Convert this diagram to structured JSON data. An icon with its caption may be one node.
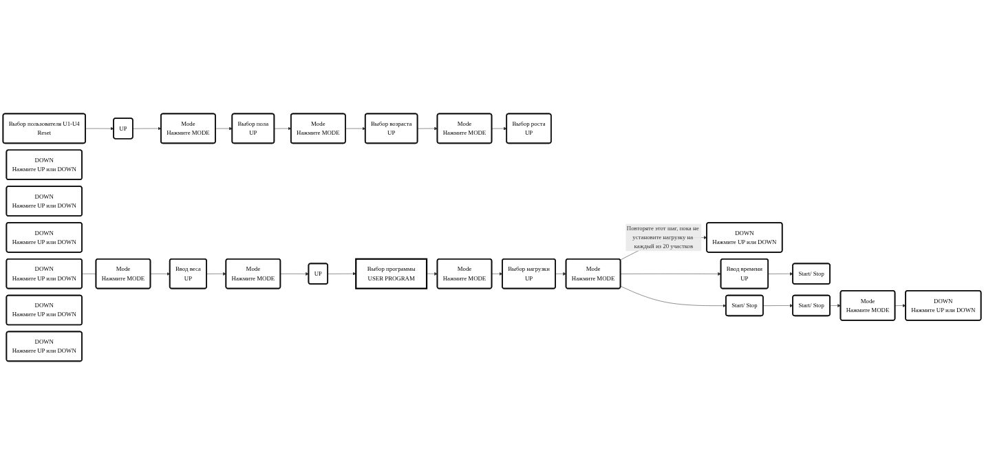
{
  "diagram": {
    "nodes": [
      {
        "text": [
          "Выбор пользователя U1-U4",
          "Reset"
        ]
      },
      {
        "text": [
          "UP"
        ]
      },
      {
        "text": [
          "DOWN",
          "Нажмите UP или DOWN"
        ]
      },
      {
        "text": [
          "Mode",
          "Нажмите MODE"
        ]
      },
      {
        "text": [
          "Выбор пола",
          "UP"
        ]
      },
      {
        "text": [
          "DOWN",
          "Нажмите UP или DOWN"
        ]
      },
      {
        "text": [
          "Mode",
          "Нажмите MODE"
        ]
      },
      {
        "text": [
          "Выбор возраста",
          "UP"
        ]
      },
      {
        "text": [
          "DOWN",
          "Нажмите UP или DOWN"
        ]
      },
      {
        "text": [
          "Mode",
          "Нажмите MODE"
        ]
      },
      {
        "text": [
          "Выбор роста",
          "UP"
        ]
      },
      {
        "text": [
          "DOWN",
          "Нажмите UP или DOWN"
        ]
      },
      {
        "text": [
          "Mode",
          "Нажмите MODE"
        ]
      },
      {
        "text": [
          "Ввод веса",
          "UP"
        ]
      },
      {
        "text": [
          "DOWN",
          "Нажмите UP или DOWN"
        ]
      },
      {
        "text": [
          "Mode",
          "Нажмите MODE"
        ]
      },
      {
        "text": [
          "UP"
        ]
      },
      {
        "text": [
          "DOWN",
          "Нажмите UP или DOWN"
        ]
      },
      {
        "text": [
          "Выбор программы",
          "USER PROGRAM"
        ]
      },
      {
        "text": [
          "Mode",
          "Нажмите MODE"
        ]
      },
      {
        "text": [
          "Выбор нагрузки",
          "UP"
        ]
      },
      {
        "text": [
          "DOWN",
          "Нажмите UP или DOWN"
        ]
      },
      {
        "text": [
          "Mode",
          "Нажмите MODE"
        ]
      },
      {
        "text": [
          "Ввод времени",
          "UP"
        ]
      },
      {
        "text": [
          "DOWN",
          "Нажмите UP или DOWN"
        ]
      },
      {
        "text": [
          "Start/ Stop"
        ]
      },
      {
        "text": [
          "Start/ Stop"
        ]
      },
      {
        "text": [
          "Start/ Stop"
        ]
      },
      {
        "text": [
          "Mode",
          "Нажмите MODE"
        ]
      }
    ],
    "edges": [
      {
        "from": 0,
        "to": 1,
        "arrow": "to"
      },
      {
        "from": 1,
        "to": 3,
        "arrow": "to"
      },
      {
        "from": 3,
        "to": 4,
        "arrow": "to"
      },
      {
        "from": 4,
        "to": 6,
        "arrow": "to"
      },
      {
        "from": 6,
        "to": 7,
        "arrow": "to"
      },
      {
        "from": 7,
        "to": 9,
        "arrow": "to"
      },
      {
        "from": 9,
        "to": 10,
        "arrow": "to"
      },
      {
        "from": 11,
        "to": 12,
        "arrow": "none"
      },
      {
        "from": 12,
        "to": 13,
        "arrow": "to"
      },
      {
        "from": 13,
        "to": 15,
        "arrow": "to"
      },
      {
        "from": 15,
        "to": 16,
        "arrow": "to"
      },
      {
        "from": 16,
        "to": 18,
        "arrow": "to"
      },
      {
        "from": 18,
        "to": 19,
        "arrow": "to"
      },
      {
        "from": 19,
        "to": 20,
        "arrow": "to"
      },
      {
        "from": 20,
        "to": 22,
        "arrow": "to"
      },
      {
        "from": 22,
        "to": 21,
        "arrow": "to",
        "label": "Повторяте этот шаг, пока не установите нагрузку на каждый из 20 участков"
      },
      {
        "from": 22,
        "to": 23,
        "arrow": "to"
      },
      {
        "from": 23,
        "to": 25,
        "arrow": "to"
      },
      {
        "from": 22,
        "to": 26,
        "arrow": "to"
      },
      {
        "from": 26,
        "to": 27,
        "arrow": "to"
      },
      {
        "from": 27,
        "to": 28,
        "arrow": "to"
      },
      {
        "from": 28,
        "to": 24,
        "arrow": "to"
      }
    ]
  }
}
